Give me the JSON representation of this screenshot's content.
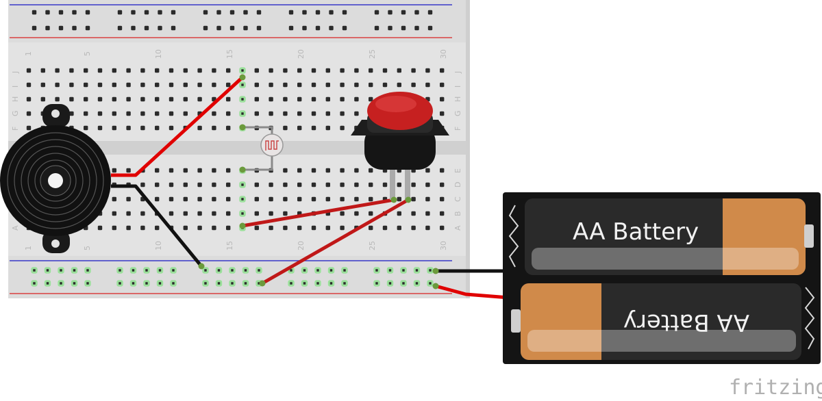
{
  "breadboard": {
    "column_numbers": [
      "1",
      "5",
      "10",
      "15",
      "20",
      "25",
      "30"
    ],
    "row_labels_top": [
      "J",
      "I",
      "H",
      "G",
      "F"
    ],
    "row_labels_bottom": [
      "E",
      "D",
      "C",
      "B",
      "A"
    ]
  },
  "battery": {
    "cell_top_label": "AA Battery",
    "cell_bottom_label": "AA Battery"
  },
  "brand": {
    "label": "fritzing"
  },
  "colors": {
    "board": "#e4e4e4",
    "hole": "#2b2b2b",
    "hole_active": "#9be09b",
    "rail_red": "#d94040",
    "rail_blue": "#3838c8",
    "wire_red": "#e00000",
    "wire_black": "#111111",
    "jumper_red": "#c01818",
    "button_cap": "#c82020",
    "battery_copper": "#d08a4a"
  }
}
